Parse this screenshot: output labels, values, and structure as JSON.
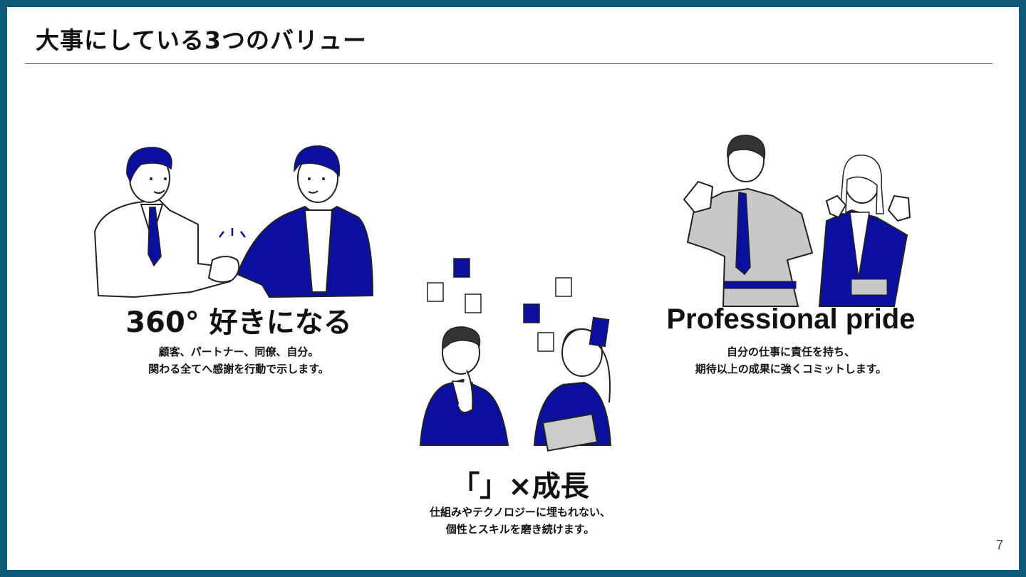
{
  "slide": {
    "title": "大事にしている3つのバリュー",
    "page_number": "7"
  },
  "values": [
    {
      "heading": "360° 好きになる",
      "desc_line1": "顧客、パートナー、同僚、自分。",
      "desc_line2": "関わる全てへ感謝を行動で示します。",
      "icon": "handshake-illustration"
    },
    {
      "heading": "「」×成長",
      "desc_line1": "仕組みやテクノロジーに埋もれない、",
      "desc_line2": "個性とスキルを磨き続けます。",
      "icon": "thinking-people-illustration"
    },
    {
      "heading": "Professional pride",
      "desc_line1": "自分の仕事に責任を持ち、",
      "desc_line2": "期待以上の成果に強くコミットします。",
      "icon": "proud-people-illustration"
    }
  ],
  "colors": {
    "frame": "#0d5a76",
    "accent": "#0a0f9e",
    "gray": "#c8c8c8"
  }
}
